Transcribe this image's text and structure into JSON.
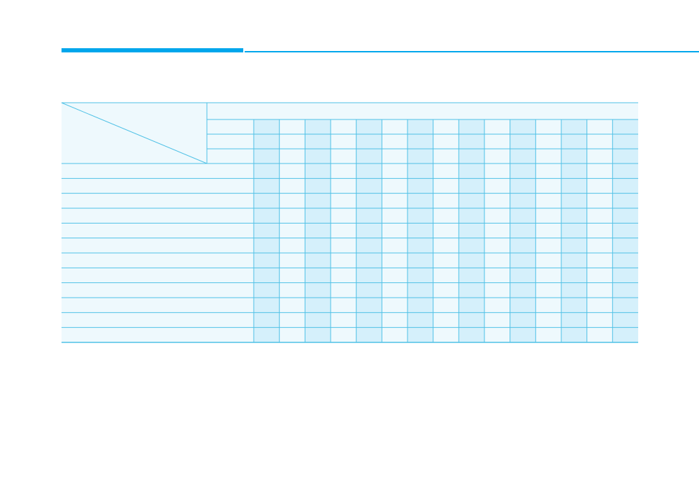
{
  "colors": {
    "accent": "#00a6ec",
    "line": "#4fc1e6",
    "header_fill": "#eef9fd",
    "column_fill_dark": "#d5f0fb",
    "column_fill_light": "#eef9fd"
  },
  "table": {
    "header_rows": 3,
    "body_rows": 12,
    "data_columns": 15,
    "header_labels": [],
    "row_labels": []
  }
}
